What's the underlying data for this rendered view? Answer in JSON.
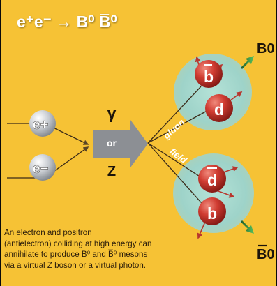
{
  "reaction_equation": "e⁺e⁻ → B⁰ B̅⁰",
  "beam_particles": {
    "positron": "e+",
    "electron": "e−"
  },
  "mediator": {
    "photon": "γ",
    "conjunction": "or",
    "z_boson": "Z"
  },
  "field_labels": {
    "top": "gluon",
    "bottom": "field"
  },
  "quarks": {
    "top_antib": "b",
    "top_d": "d",
    "bottom_antid": "d",
    "bottom_b": "b"
  },
  "meson_labels": {
    "top": "B0",
    "bottom": "B0"
  },
  "caption_lines": [
    "An electron and positron",
    "(antielectron) colliding at high energy can",
    "annihilate to produce B⁰ and B̅⁰ mesons",
    "via a virtual Z boson or a virtual photon."
  ],
  "colors": {
    "background": "#f6c235",
    "halo": "#9ed3c9",
    "quark": "#c0302a",
    "lepton": "#b9bec4",
    "arrow": "#8c8f94",
    "meson_arrow": "#2f8a37"
  }
}
